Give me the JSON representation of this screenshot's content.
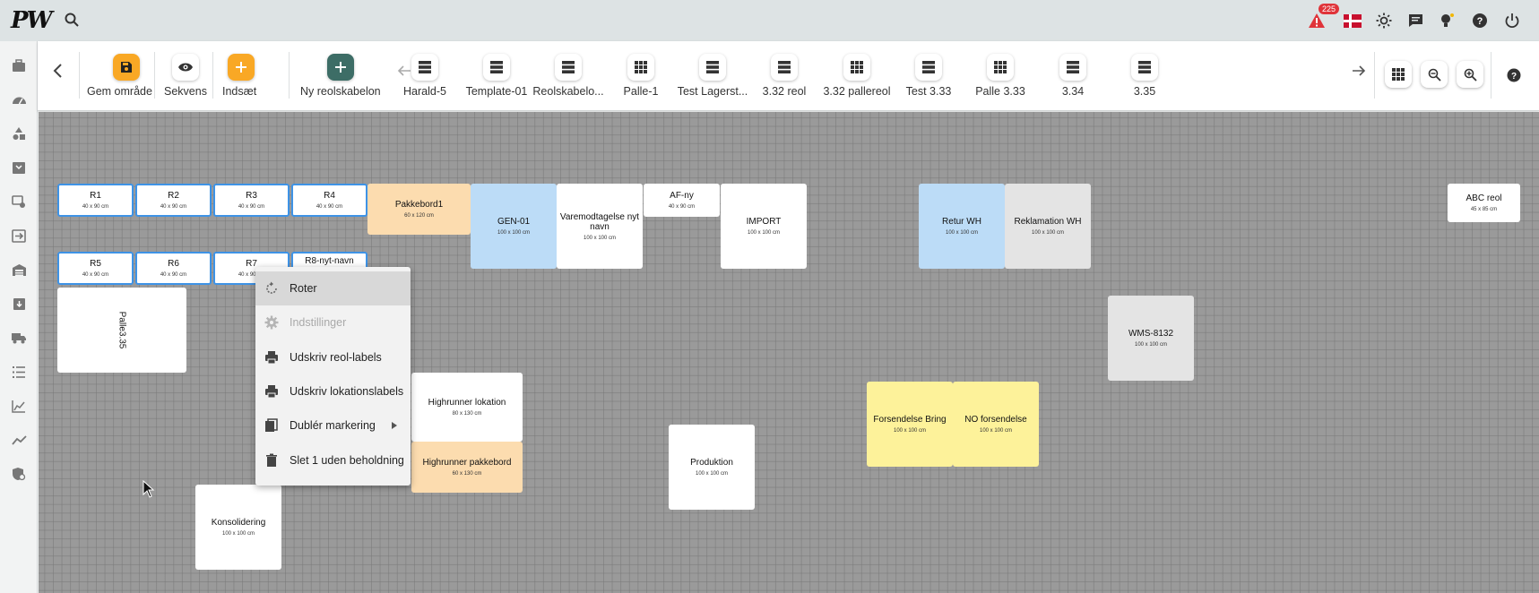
{
  "header": {
    "logo": "PW",
    "notification_count": "225"
  },
  "toolbar": {
    "save_label": "Gem område",
    "sequence_label": "Sekvens",
    "insert_label": "Indsæt",
    "new_shelf_label": "Ny reolskabelon",
    "templates": [
      {
        "label": "Harald-5",
        "icon": "list-icon"
      },
      {
        "label": "Template-01",
        "icon": "list-icon"
      },
      {
        "label": "Reolskabelo...",
        "icon": "list-icon"
      },
      {
        "label": "Palle-1",
        "icon": "grid-icon"
      },
      {
        "label": "Test Lagerst...",
        "icon": "list-icon"
      },
      {
        "label": "3.32 reol",
        "icon": "list-icon"
      },
      {
        "label": "3.32 pallereol",
        "icon": "grid-icon"
      },
      {
        "label": "Test 3.33",
        "icon": "list-icon"
      },
      {
        "label": "Palle 3.33",
        "icon": "grid-icon"
      },
      {
        "label": "3.34",
        "icon": "list-icon"
      },
      {
        "label": "3.35",
        "icon": "list-icon"
      }
    ]
  },
  "canvas": {
    "boxes": [
      {
        "name": "R1",
        "dim": "40 x 90 cm"
      },
      {
        "name": "R2",
        "dim": "40 x 90 cm"
      },
      {
        "name": "R3",
        "dim": "40 x 90 cm"
      },
      {
        "name": "R4",
        "dim": "40 x 90 cm"
      },
      {
        "name": "Pakkebord1",
        "dim": "60 x 120 cm"
      },
      {
        "name": "GEN-01",
        "dim": "100 x 100 cm"
      },
      {
        "name": "Varemodtagelse nyt navn",
        "dim": "100 x 100 cm"
      },
      {
        "name": "AF-ny",
        "dim": "40 x 90 cm"
      },
      {
        "name": "IMPORT",
        "dim": "100 x 100 cm"
      },
      {
        "name": "Retur WH",
        "dim": "100 x 100 cm"
      },
      {
        "name": "Reklamation WH",
        "dim": "100 x 100 cm"
      },
      {
        "name": "ABC reol",
        "dim": "45 x 85 cm"
      },
      {
        "name": "R5",
        "dim": "40 x 90 cm"
      },
      {
        "name": "R6",
        "dim": "40 x 90 cm"
      },
      {
        "name": "R7",
        "dim": "40 x 90 cm"
      },
      {
        "name": "R8-nyt-navn",
        "dim": ""
      },
      {
        "name": "Palle3.35",
        "dim": ""
      },
      {
        "name": "WMS-8132",
        "dim": "100 x 100 cm"
      },
      {
        "name": "Highrunner lokation",
        "dim": "80 x 130 cm"
      },
      {
        "name": "Highrunner pakkebord",
        "dim": "60 x 130 cm"
      },
      {
        "name": "Forsendelse Bring",
        "dim": "100 x 100 cm"
      },
      {
        "name": "NO forsendelse",
        "dim": "100 x 100 cm"
      },
      {
        "name": "Produktion",
        "dim": "100 x 100 cm"
      },
      {
        "name": "Konsolidering",
        "dim": "100 x 100 cm"
      }
    ]
  },
  "context_menu": {
    "items": [
      {
        "label": "Roter"
      },
      {
        "label": "Indstillinger"
      },
      {
        "label": "Udskriv reol-labels"
      },
      {
        "label": "Udskriv lokationslabels"
      },
      {
        "label": "Dublér markering"
      },
      {
        "label": "Slet 1 uden beholdning"
      }
    ]
  },
  "colors": {
    "accent_orange": "#f9a825",
    "accent_teal": "#3d6d66",
    "selection_blue": "#3e93e6"
  }
}
